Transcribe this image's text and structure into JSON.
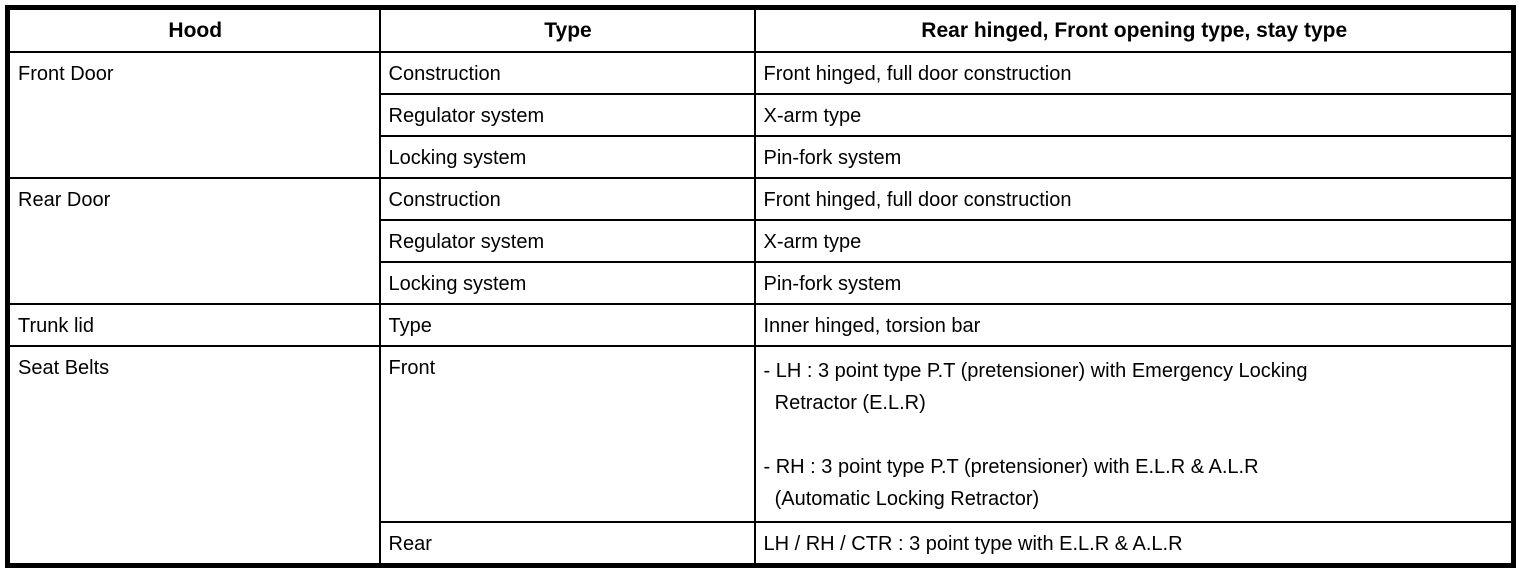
{
  "colors": {
    "border": "#000000",
    "background": "#ffffff",
    "text": "#000000"
  },
  "table": {
    "headers": [
      "Hood",
      "Type",
      "Rear hinged, Front opening type, stay type"
    ],
    "groups": [
      {
        "item": "Front Door",
        "rows": [
          {
            "type": "Construction",
            "value": "Front hinged, full door construction"
          },
          {
            "type": "Regulator system",
            "value": "X-arm type"
          },
          {
            "type": "Locking system",
            "value": "Pin-fork system"
          }
        ]
      },
      {
        "item": "Rear Door",
        "rows": [
          {
            "type": "Construction",
            "value": "Front hinged, full door construction"
          },
          {
            "type": "Regulator system",
            "value": "X-arm type"
          },
          {
            "type": "Locking system",
            "value": "Pin-fork system"
          }
        ]
      },
      {
        "item": "Trunk lid",
        "rows": [
          {
            "type": "Type",
            "value": "Inner hinged, torsion bar"
          }
        ]
      },
      {
        "item": "Seat Belts",
        "rows": [
          {
            "type": "Front",
            "value": "- LH : 3 point type P.T (pretensioner) with Emergency Locking\n  Retractor (E.L.R)\n\n- RH : 3 point type P.T (pretensioner) with E.L.R & A.L.R\n  (Automatic Locking Retractor)"
          },
          {
            "type": "Rear",
            "value": "LH / RH / CTR : 3 point type with E.L.R & A.L.R"
          }
        ]
      }
    ]
  }
}
